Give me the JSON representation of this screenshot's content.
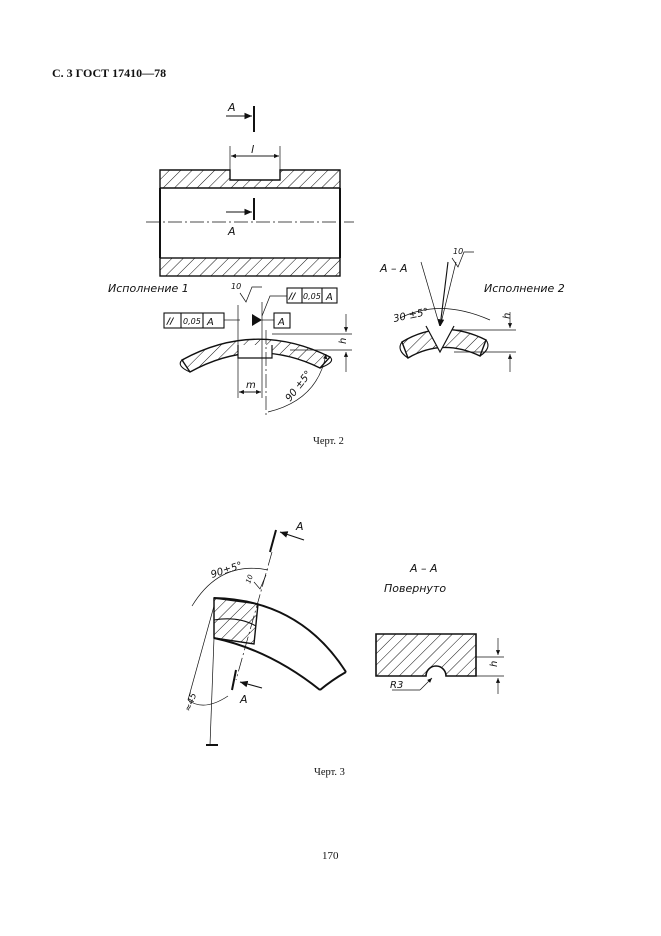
{
  "header": {
    "title": "С. 3 ГОСТ 17410—78"
  },
  "figure2": {
    "caption": "Черт. 2",
    "section_mark": "A",
    "section_label": "A – A",
    "dim_l": "l",
    "dim_m": "m",
    "dim_h": "h",
    "variant1_label": "Исполнение 1",
    "variant2_label": "Исполнение 2",
    "roughness": "10",
    "tolerance_symbol": "//",
    "tolerance_value": "0,05",
    "datum": "A",
    "angle_variant1": "90 ±5°",
    "angle_variant2": "30 ±5°"
  },
  "figure3": {
    "caption": "Черт. 3",
    "section_mark": "A",
    "section_label": "A – A",
    "rotated_label": "Повернуто",
    "angle_top": "90±5°",
    "angle_bottom": "≈45",
    "roughness": "10",
    "radius": "R3",
    "dim_h": "h"
  },
  "page_number": "170"
}
